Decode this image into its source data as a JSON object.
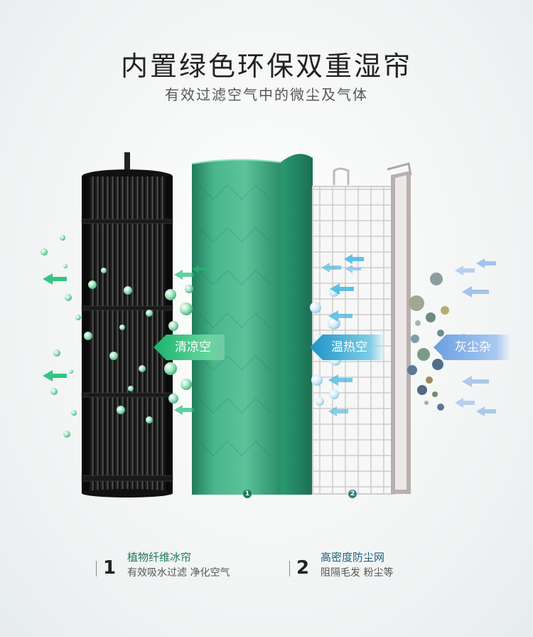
{
  "header": {
    "title": "内置绿色环保双重湿帘",
    "subtitle": "有效过滤空气中的微尘及气体"
  },
  "labels": {
    "cool_air": "清凉空气",
    "warm_air": "温热空气",
    "dust": "灰尘杂质"
  },
  "markers": [
    "1",
    "2"
  ],
  "legend": [
    {
      "number": "1",
      "title": "植物纤维冰帘",
      "desc": "有效吸水过滤 净化空气"
    },
    {
      "number": "2",
      "title": "高密度防尘网",
      "desc": "阻隔毛发 粉尘等"
    }
  ],
  "colors": {
    "cool_green": "#1ab26e",
    "warm_blue": "#1b93c7",
    "dust_blue": "#6a9fe0",
    "pad_green": "#2e9b73",
    "fan_black": "#1a1a1a"
  }
}
